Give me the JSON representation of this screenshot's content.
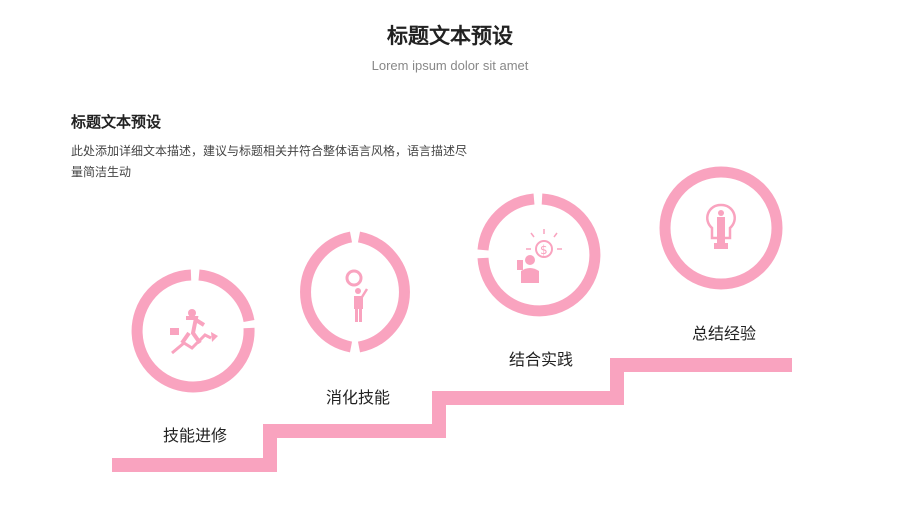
{
  "header": {
    "title": "标题文本预设",
    "subtitle": "Lorem ipsum dolor sit amet"
  },
  "intro": {
    "heading": "标题文本预设",
    "description": "此处添加详细文本描述，建议与标题相关并符合整体语言风格，语言描述尽量简洁生动"
  },
  "steps": [
    {
      "label": "技能进修",
      "icon": "running-businessman-icon"
    },
    {
      "label": "消化技能",
      "icon": "thinking-person-icon"
    },
    {
      "label": "结合实践",
      "icon": "money-idea-icon"
    },
    {
      "label": "总结经验",
      "icon": "lightbulb-person-icon"
    }
  ],
  "colors": {
    "accent": "#f9a3bf"
  }
}
